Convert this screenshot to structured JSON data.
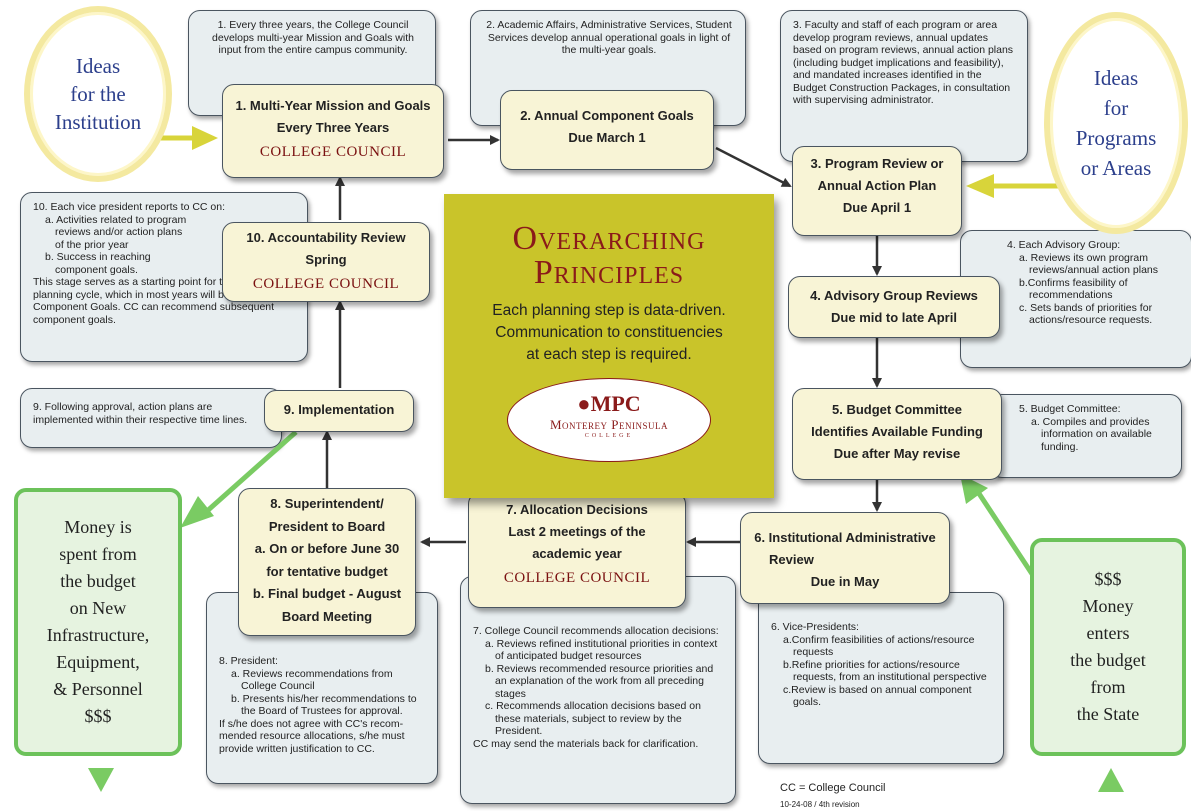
{
  "notes": {
    "n1": "1.  Every three years, the College Council develops multi-year Mission and Goals with input from the entire campus  community.",
    "n2": "2.  Academic Affairs, Administrative Services, Student Services develop annual operational goals in light of the multi-year goals.",
    "n3": "3.  Faculty and staff of each program or area develop program reviews, annual updates based on program reviews, annual action plans (including budget implications and feasibility),  and mandated increases identified in the Budget Construction Packages, in consultation with supervising administrator.",
    "n4": {
      "head": "4.  Each Advisory Group:",
      "a": "a. Reviews its own program reviews/annual action plans",
      "b": "b.Confirms feasibility of recommendations",
      "c": "c.  Sets bands of priorities for actions/resource requests."
    },
    "n5": {
      "head": "5.  Budget Committee:",
      "a": "a.  Compiles and provides information on available funding."
    },
    "n6": {
      "head": "6. Vice-Presidents:",
      "a": "a.Confirm feasibilities of actions/resource requests",
      "b": "b.Refine priorities for actions/resource requests, from an institutional perspective",
      "c": "c.Review is based on annual component goals."
    },
    "n7": {
      "head": "7. College Council recommends allocation decisions:",
      "a": "a. Reviews refined institutional priorities in context of anticipated budget resources",
      "b": "b. Reviews recommended resource priorities and an explanation of the work from all preceding stages",
      "c": "c. Recommends allocation decisions based on these materials, subject to review by the President.",
      "tail": "CC may send the materials back for clarification."
    },
    "n8": {
      "head": "8. President:",
      "a": "a. Reviews recommendations from College Council",
      "b": "b. Presents his/her recommendations to the Board of Trustees for approval.",
      "tail": "If s/he does not agree with CC's recom-mended resource allocations, s/he must provide written justification to CC."
    },
    "n9": "9. Following approval, action plans are implemented within their respective time lines.",
    "n10": {
      "head": "10.  Each vice president reports to CC on:",
      "a": "a. Activities related to program reviews and/or action plans of the prior year",
      "b": "b. Success in reaching component goals.",
      "tail": "This stage serves as a starting point for the next planning cycle, which in most years will be the Annual Component Goals. CC can recommend subsequent component goals."
    }
  },
  "steps": {
    "s1": {
      "l1": "1. Multi-Year Mission and Goals",
      "l2": "Every Three Years",
      "cc": "COLLEGE COUNCIL"
    },
    "s2": {
      "l1": "2. Annual Component Goals",
      "l2": "Due March 1"
    },
    "s3": {
      "l1": "3. Program Review or",
      "l2": "Annual Action Plan",
      "l3": "Due April 1"
    },
    "s4": {
      "l1": "4. Advisory Group Reviews",
      "l2": "Due mid to late April"
    },
    "s5": {
      "l1": "5. Budget Committee",
      "l2": "Identifies Available Funding",
      "l3": "Due after May revise"
    },
    "s6": {
      "l1": "6. Institutional  Administrative",
      "l2": "Review",
      "l3": "Due in May"
    },
    "s7": {
      "l1": "7. Allocation Decisions",
      "l2": "Last 2 meetings of the",
      "l3": "academic year",
      "cc": "COLLEGE COUNCIL"
    },
    "s8": {
      "l1": "8. Superintendent/",
      "l2": "President to Board",
      "l3": "a. On or before June 30",
      "l4": "for tentative budget",
      "l5": "b. Final budget - August",
      "l6": "Board Meeting"
    },
    "s9": {
      "l1": "9. Implementation"
    },
    "s10": {
      "l1": "10. Accountability Review",
      "l2": "Spring",
      "cc": "COLLEGE COUNCIL"
    }
  },
  "ovals": {
    "left": [
      "Ideas",
      "for the",
      "Institution"
    ],
    "right": [
      "Ideas",
      "for",
      "Programs",
      "or Areas"
    ]
  },
  "green_boxes": {
    "left": [
      "Money is",
      "spent from",
      "the budget",
      "on New",
      "Infrastructure,",
      "Equipment,",
      "& Personnel",
      "$$$"
    ],
    "right": [
      "$$$",
      "Money",
      "enters",
      "the budget",
      "from",
      "the State"
    ]
  },
  "center": {
    "title1": "Overarching",
    "title2": "Principles",
    "body1": "Each planning step is data-driven.",
    "body2": "Communication to constituencies",
    "body3": "at each step is required."
  },
  "logo": {
    "mark": "MPC",
    "name": "Monterey Peninsula",
    "sub": "COLLEGE"
  },
  "legend": {
    "key": "CC = College Council",
    "revision": "10-24-08 / 4th revision"
  },
  "colors": {
    "note_bg": "#e8eef0",
    "step_bg": "#f8f4d6",
    "center_bg": "#c9c42a",
    "title_red": "#8a1a1a",
    "green_border": "#6cc25a",
    "oval_text": "#2c3f8c",
    "yellow_arrow": "#d8d43a"
  }
}
